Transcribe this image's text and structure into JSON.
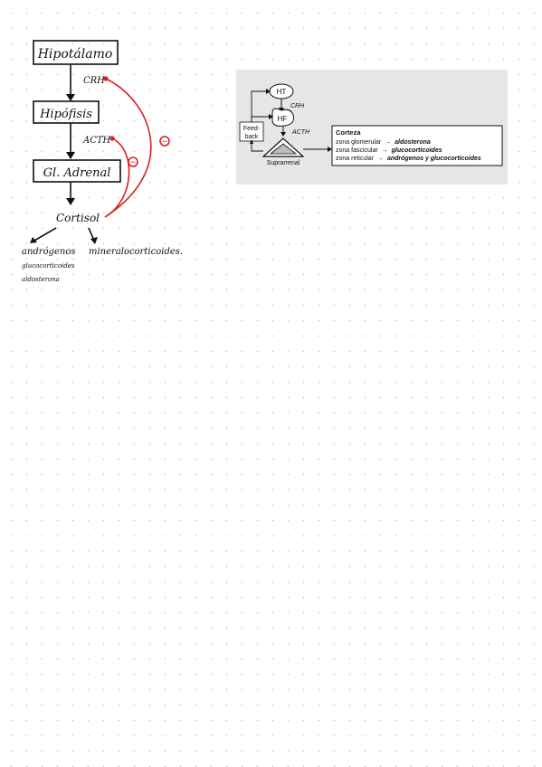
{
  "handwritten": {
    "box1": "Hipotálamo",
    "label1": "CRH",
    "box2": "Hipófisis",
    "label2": "ACTH",
    "box3": "Gl. Adrenal",
    "node4": "Cortisol",
    "branch_left": "andrógenos",
    "branch_right": "mineralocorticoides.",
    "sub1": "glucocorticoides",
    "sub2": "aldosterona",
    "feedback_sign_1": "−",
    "feedback_sign_2": "−"
  },
  "scheme": {
    "ht": "HT",
    "hf": "HF",
    "crh": "CRH",
    "acth": "ACTH",
    "feedback_line1": "Feed-",
    "feedback_line2": "back",
    "gland": "Suprarrenal",
    "corteza": {
      "title": "Corteza",
      "rows": [
        {
          "zone": "zona glomerular",
          "arrow": "→",
          "product": "aldosterona"
        },
        {
          "zone": "zona fascicular",
          "arrow": "→",
          "product": "glucocorticoides"
        },
        {
          "zone": "zona reticular",
          "arrow": "→",
          "product": "andrógenos y glucocorticoides"
        }
      ]
    }
  }
}
